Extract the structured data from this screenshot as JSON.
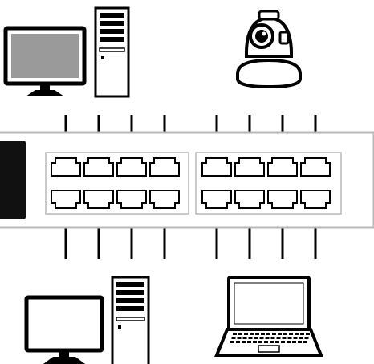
{
  "diagram": {
    "devices": [
      {
        "id": "desktop-top-left",
        "kind": "desktop-pc",
        "icon": "desktop-computer-icon"
      },
      {
        "id": "ip-camera",
        "kind": "ptz-camera",
        "icon": "ip-camera-icon"
      },
      {
        "id": "desktop-bottom-left",
        "kind": "desktop-pc",
        "icon": "desktop-computer-icon"
      },
      {
        "id": "laptop",
        "kind": "laptop",
        "icon": "laptop-icon"
      }
    ],
    "switch": {
      "port_groups": 2,
      "ports_per_group": 8,
      "panel_labels": [
        "",
        ""
      ]
    },
    "colors": {
      "line": "#000000",
      "screen": "#9a9a9a",
      "switch_body": "#ffffff",
      "switch_edge": "#b8b8b8",
      "panel": "#111111"
    }
  }
}
